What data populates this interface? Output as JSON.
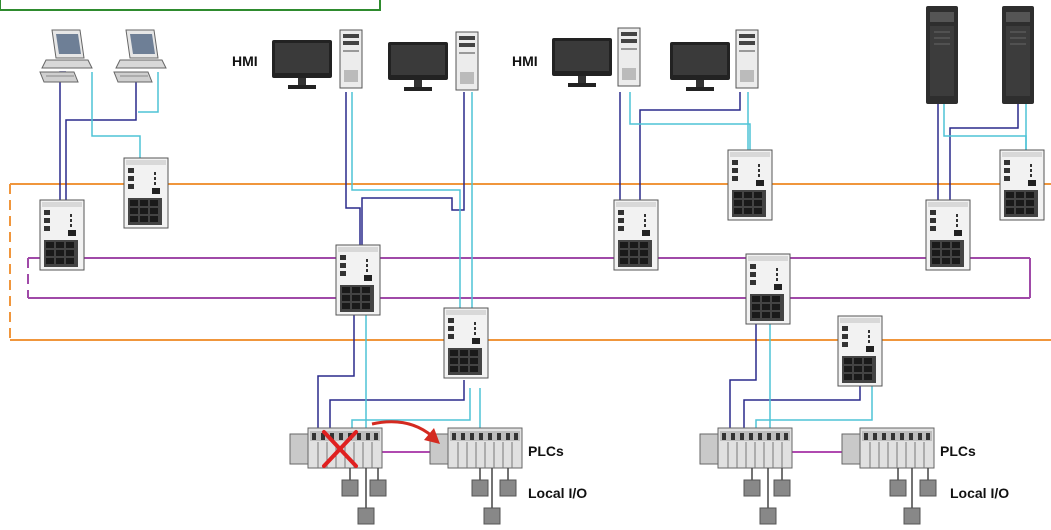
{
  "labels": {
    "hmi_left": "HMI",
    "hmi_right": "HMI",
    "plcs_left": "PLCs",
    "plcs_right": "PLCs",
    "local_io_left": "Local I/O",
    "local_io_right": "Local I/O"
  },
  "colors": {
    "ring_orange": "#f0963c",
    "ring_purple": "#a04aa8",
    "link_navy": "#2a2a8c",
    "link_cyan": "#4ec3d6",
    "failure_x": "#e02020",
    "failover_arrow": "#d42a20",
    "header_bar_border": "#2e8b2e",
    "plc_link": "#b04ab0"
  },
  "icons": {
    "workstation": "desktop-computer-icon",
    "hmi_monitor": "monitor-icon",
    "tower_pc": "tower-pc-icon",
    "server": "server-tower-icon",
    "network_switch": "industrial-switch-icon",
    "plc": "plc-rack-icon",
    "io_module": "io-module-icon"
  }
}
